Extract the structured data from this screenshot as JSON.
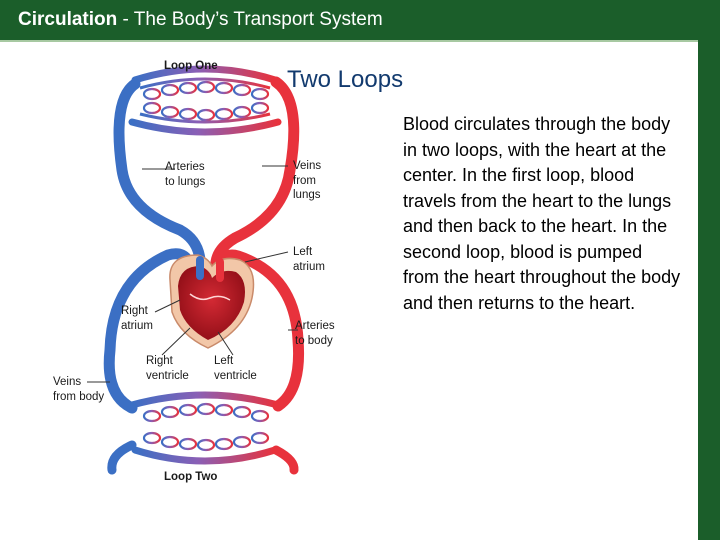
{
  "header": {
    "title_bold": "Circulation",
    "title_rest": " - The Body’s Transport System"
  },
  "slide": {
    "title": "Two Loops",
    "body": "Blood circulates through the body in two loops, with the heart at the center. In the first loop, blood travels from the heart to the lungs and then back to the heart. In the second loop, blood is pumped from the heart throughout the body and then returns to the heart."
  },
  "diagram": {
    "loop_one": "Loop One",
    "loop_two": "Loop Two",
    "arteries_to_lungs": [
      "Arteries",
      "to lungs"
    ],
    "veins_from_lungs": [
      "Veins",
      "from",
      "lungs"
    ],
    "left_atrium": [
      "Left",
      "atrium"
    ],
    "right_atrium": [
      "Right",
      "atrium"
    ],
    "arteries_to_body": [
      "Arteries",
      "to body"
    ],
    "right_ventricle": [
      "Right",
      "ventricle"
    ],
    "left_ventricle": [
      "Left",
      "ventricle"
    ],
    "veins_from_body": [
      "Veins",
      "from body"
    ]
  },
  "colors": {
    "header_green": "#1b5e2a",
    "title_blue": "#123a6e",
    "oxygen_rich": "#e8323c",
    "oxygen_poor": "#3b6fc4",
    "heart": "#b3121f"
  }
}
